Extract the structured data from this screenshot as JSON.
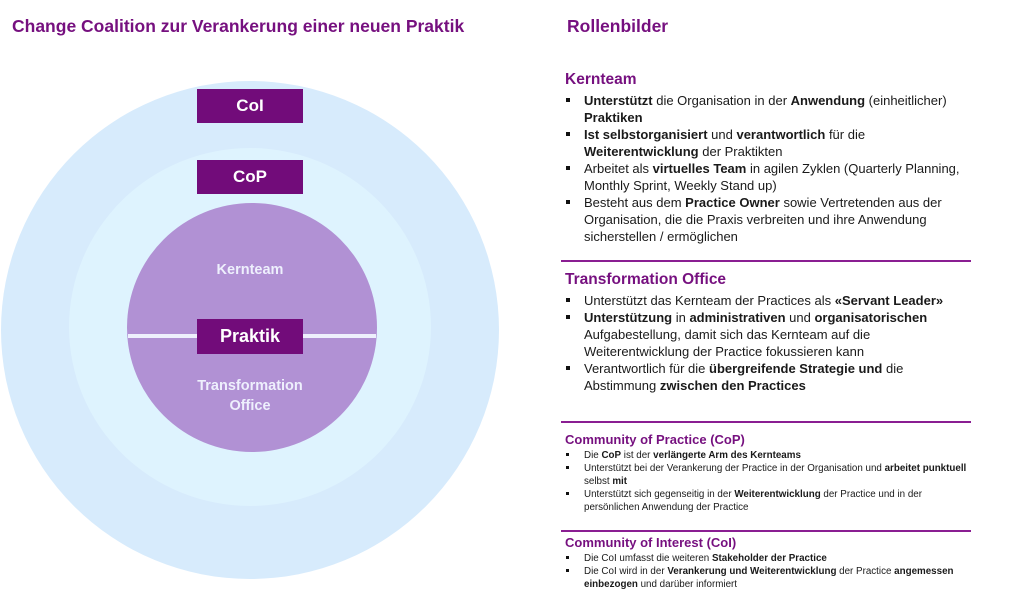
{
  "titles": {
    "left": "Change Coalition zur Verankerung einer neuen Praktik",
    "right": "Rollenbilder"
  },
  "colors": {
    "accent_purple": "#720c7a",
    "heading_purple": "#76107f",
    "outer_ring": "#d7ebfc",
    "middle_ring": "#def3fe",
    "inner_circle": "#b191d4"
  },
  "diagram": {
    "tags": {
      "coi": "CoI",
      "cop": "CoP",
      "praktik": "Praktik"
    },
    "labels": {
      "kernteam": "Kernteam",
      "transformation_line1": "Transformation",
      "transformation_line2": "Office"
    }
  },
  "sections": [
    {
      "heading": "Kernteam",
      "bullets": [
        [
          [
            "b",
            "Unterstützt"
          ],
          [
            "t",
            " die Organisation in der "
          ],
          [
            "b",
            "Anwendung"
          ],
          [
            "t",
            " (einheitlicher) "
          ],
          [
            "b",
            "Praktiken"
          ]
        ],
        [
          [
            "b",
            "Ist selbstorganisiert"
          ],
          [
            "t",
            " und "
          ],
          [
            "b",
            "verantwortlich"
          ],
          [
            "t",
            " für die "
          ],
          [
            "b",
            "Weiterentwicklung"
          ],
          [
            "t",
            " der Praktikten"
          ]
        ],
        [
          [
            "t",
            "Arbeitet als "
          ],
          [
            "b",
            "virtuelles Team"
          ],
          [
            "t",
            " in agilen Zyklen (Quarterly Planning, Monthly Sprint, Weekly Stand up)"
          ]
        ],
        [
          [
            "t",
            "Besteht aus dem "
          ],
          [
            "b",
            "Practice Owner"
          ],
          [
            "t",
            " sowie Vertretenden aus der Organisation, die die Praxis verbreiten und ihre Anwendung  sicherstellen / ermöglichen"
          ]
        ]
      ]
    },
    {
      "heading": "Transformation Office",
      "bullets": [
        [
          [
            "t",
            "Unterstützt das Kernteam der Practices als "
          ],
          [
            "b",
            "«Servant Leader»"
          ]
        ],
        [
          [
            "b",
            "Unterstützung"
          ],
          [
            "t",
            " in "
          ],
          [
            "b",
            "administrativen"
          ],
          [
            "t",
            " und "
          ],
          [
            "b",
            "organisatorischen"
          ],
          [
            "t",
            " Aufgabestellung,  damit sich das Kernteam auf die Weiterentwicklung der Practice fokussieren kann"
          ]
        ],
        [
          [
            "t",
            "Verantwortlich für die "
          ],
          [
            "b",
            "übergreifende Strategie und"
          ],
          [
            "t",
            " die Abstimmung  "
          ],
          [
            "b",
            "zwischen den Practices"
          ]
        ]
      ]
    },
    {
      "heading": "Community of Practice (CoP)",
      "bullets": [
        [
          [
            "t",
            "Die "
          ],
          [
            "b",
            "CoP"
          ],
          [
            "t",
            " ist der "
          ],
          [
            "b",
            "verlängerte Arm des Kernteams"
          ]
        ],
        [
          [
            "t",
            "Unterstützt  bei der Verankerung der Practice in der Organisation  und "
          ],
          [
            "b",
            "arbeitet punktuell"
          ],
          [
            "t",
            "  selbst "
          ],
          [
            "b",
            "mit"
          ]
        ],
        [
          [
            "t",
            "Unterstützt  sich gegenseitig  in der "
          ],
          [
            "b",
            "Weiterentwicklung"
          ],
          [
            "t",
            "  der Practice und in der persönlichen  Anwendung  der Practice"
          ]
        ]
      ]
    },
    {
      "heading": "Community of Interest (CoI)",
      "bullets": [
        [
          [
            "t",
            "Die CoI umfasst  die weiteren  "
          ],
          [
            "b",
            "Stakeholder der Practice"
          ]
        ],
        [
          [
            "t",
            "Die CoI wird in der "
          ],
          [
            "b",
            "Verankerung und Weiterentwicklung"
          ],
          [
            "t",
            " der Practice "
          ],
          [
            "b",
            "angemessen  einbezogen"
          ],
          [
            "t",
            " und darüber informiert"
          ]
        ]
      ]
    }
  ]
}
